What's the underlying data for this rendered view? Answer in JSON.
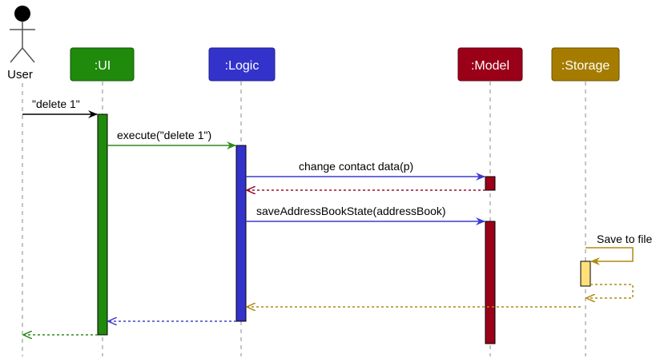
{
  "actors": {
    "user": {
      "label": "User"
    }
  },
  "participants": {
    "ui": {
      "label": ":UI",
      "fill": "#1f8a0c",
      "stroke": "#135506"
    },
    "logic": {
      "label": ":Logic",
      "fill": "#3333cc",
      "stroke": "#1f1f88"
    },
    "model": {
      "label": ":Model",
      "fill": "#9b0019",
      "stroke": "#5e000f"
    },
    "storage": {
      "label": ":Storage",
      "fill": "#a67c00",
      "stroke": "#6b5000"
    }
  },
  "messages": {
    "delete_cmd": {
      "text": "\"delete 1\"",
      "color": "#000000"
    },
    "execute": {
      "text": "execute(\"delete 1\")",
      "color": "#2e8b1a"
    },
    "change_data": {
      "text": "change contact data(p)",
      "color": "#3b3bd0"
    },
    "save_state": {
      "text": "saveAddressBookState(addressBook)",
      "color": "#3b3bd0"
    },
    "save_to_file": {
      "text": "Save to file",
      "color": "#b08a10"
    },
    "model_return_color": "#9b1030",
    "storage_return_color": "#b08a10",
    "logic_return_color": "#4040c8",
    "ui_return_color": "#2e8b1a"
  },
  "activation_colors": {
    "ui": "#1f8a0c",
    "logic": "#3333cc",
    "model": "#9b0019",
    "storage": "#ffe07a"
  }
}
